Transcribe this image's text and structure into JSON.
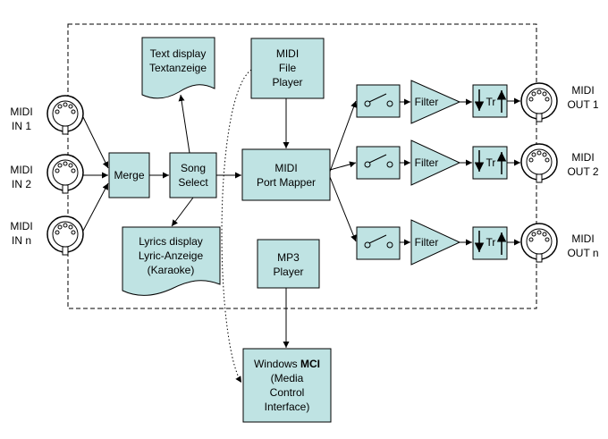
{
  "inputs": [
    {
      "line1": "MIDI",
      "line2": "IN 1"
    },
    {
      "line1": "MIDI",
      "line2": "IN 2"
    },
    {
      "line1": "MIDI",
      "line2": "IN n"
    }
  ],
  "outputs": [
    {
      "line1": "MIDI",
      "line2": "OUT 1"
    },
    {
      "line1": "MIDI",
      "line2": "OUT 2"
    },
    {
      "line1": "MIDI",
      "line2": "OUT n"
    }
  ],
  "blocks": {
    "merge": "Merge",
    "song_select": {
      "line1": "Song",
      "line2": "Select"
    },
    "text_display": {
      "line1": "Text display",
      "line2": "Textanzeige"
    },
    "lyrics_display": {
      "line1": "Lyrics display",
      "line2": "Lyric-Anzeige",
      "line3": "(Karaoke)"
    },
    "midi_file_player": {
      "line1": "MIDI",
      "line2": "File",
      "line3": "Player"
    },
    "midi_port_mapper": {
      "line1": "MIDI",
      "line2": "Port Mapper"
    },
    "mp3_player": {
      "line1": "MP3",
      "line2": "Player"
    },
    "windows_mci": {
      "line1a": "Windows ",
      "line1b": "MCI",
      "line2": "(Media",
      "line3": "Control",
      "line4": "Interface)"
    }
  },
  "filter_label": "Filter",
  "transpose_label": "Tr",
  "colors": {
    "block_fill": "#bfe3e3",
    "stroke": "#000000"
  }
}
